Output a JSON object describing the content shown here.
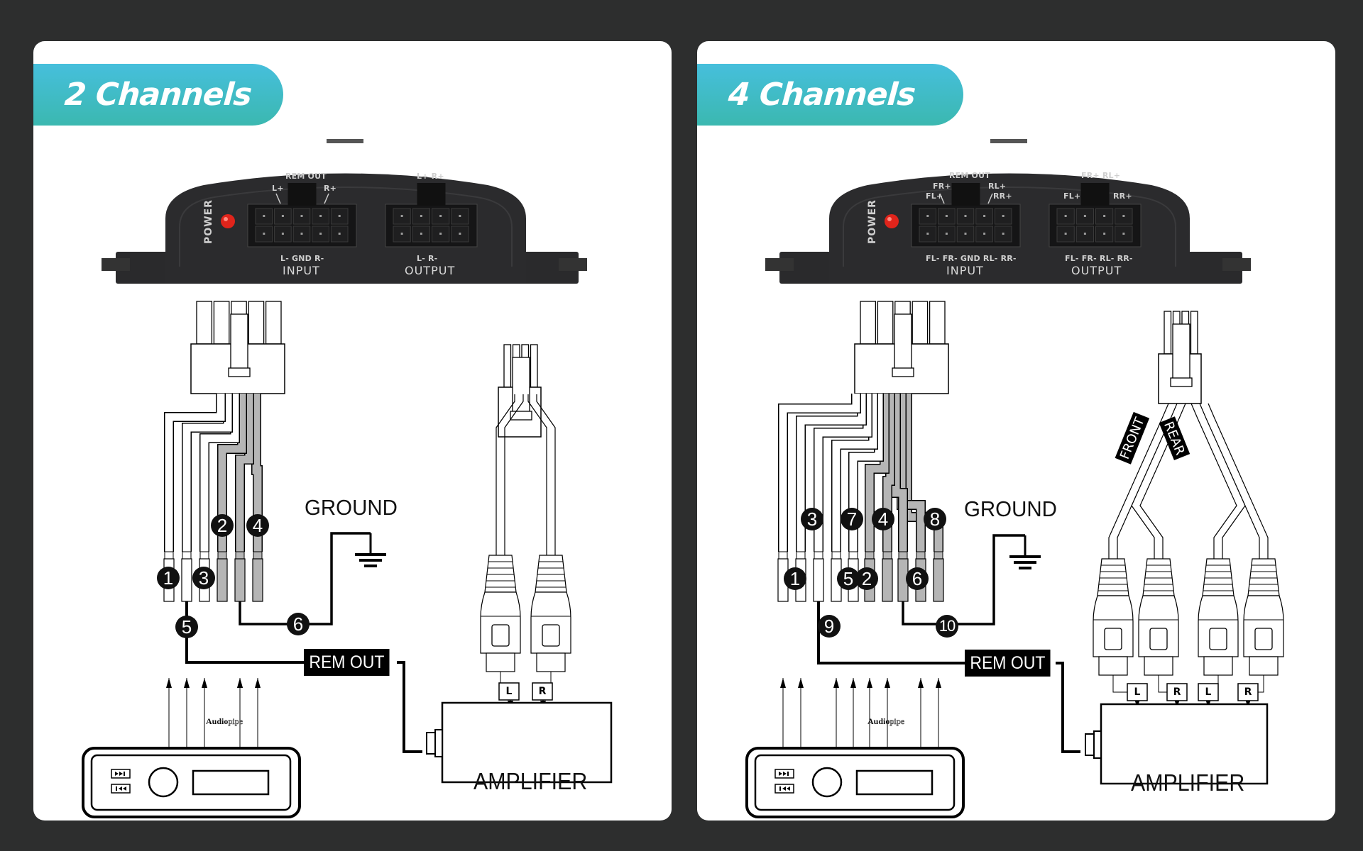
{
  "colors": {
    "background": "#2d2e2e",
    "card": "#ffffff",
    "pill_top": "#46bfdc",
    "pill_bottom": "#3bb8b0",
    "device_body": "#2a2a2c",
    "power_led": "#e0241b",
    "wire_gray": "#b5b5b5"
  },
  "panels": [
    {
      "title": "2 Channels",
      "device": {
        "power_label": "POWER",
        "input": {
          "label": "INPUT",
          "top_label": "REM OUT",
          "left_top": "L+",
          "right_top": "R+",
          "bottom": "L-  GND  R-"
        },
        "output": {
          "label": "OUTPUT",
          "top_label": "L+   R+",
          "bottom": "L-   R-"
        }
      },
      "wire_numbers": [
        "1",
        "2",
        "3",
        "4",
        "5",
        "6"
      ],
      "ground_label": "GROUND",
      "rem_out_label": "REM OUT",
      "amplifier_label": "AMPLIFIER",
      "amp_inputs": [
        "L",
        "R"
      ],
      "head_unit": {
        "brand_a": "Audio",
        "brand_b": "pipe",
        "next_icon": "⏭",
        "prev_icon": "⏮"
      }
    },
    {
      "title": "4 Channels",
      "device": {
        "power_label": "POWER",
        "input": {
          "label": "INPUT",
          "top_label": "REM OUT",
          "left_top_1": "FR+",
          "left_top_2": "FL+",
          "right_top_1": "RL+",
          "right_top_2": "RR+",
          "bottom": "FL- FR- GND RL- RR-"
        },
        "output": {
          "label": "OUTPUT",
          "top_label": "FR+ RL+",
          "left_top": "FL+",
          "right_top": "RR+",
          "bottom": "FL- FR- RL- RR-"
        }
      },
      "wire_numbers": [
        "1",
        "2",
        "3",
        "4",
        "5",
        "6",
        "7",
        "8",
        "9",
        "10"
      ],
      "ground_label": "GROUND",
      "rem_out_label": "REM OUT",
      "amplifier_label": "AMPLIFIER",
      "amp_inputs": [
        "L",
        "R",
        "L",
        "R"
      ],
      "harness_tags": [
        "FRONT",
        "REAR"
      ],
      "head_unit": {
        "brand_a": "Audio",
        "brand_b": "pipe",
        "next_icon": "⏭",
        "prev_icon": "⏮"
      }
    }
  ]
}
